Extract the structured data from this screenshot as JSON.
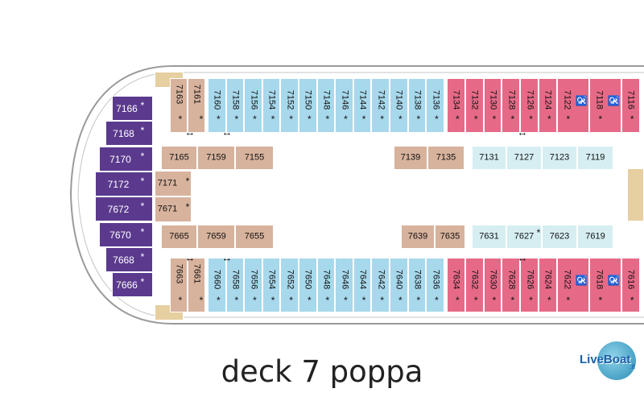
{
  "title": "deck 7 poppa",
  "logo": {
    "text": "LiveBoat",
    "suffix": ".it"
  },
  "colors": {
    "inside_blue": "#a8d8ec",
    "balcony_pink": "#e66a87",
    "suite_purple": "#5b3a8e",
    "oceanview_tan": "#d7b29c",
    "inside_light": "#d6eef1",
    "hull_line": "#9a9a9a",
    "deck_wood": "#e6cfa0"
  },
  "top_row": {
    "tan": [
      {
        "num": "7163",
        "star": true
      },
      {
        "num": "7161",
        "star": true
      }
    ],
    "blue": [
      {
        "num": "7160",
        "star": true
      },
      {
        "num": "7158",
        "star": true
      },
      {
        "num": "7156",
        "star": true
      },
      {
        "num": "7154",
        "star": true
      },
      {
        "num": "7152",
        "star": true
      },
      {
        "num": "7150",
        "star": true
      },
      {
        "num": "7148",
        "star": true
      },
      {
        "num": "7146",
        "star": true
      },
      {
        "num": "7144",
        "star": true
      },
      {
        "num": "7142",
        "star": true
      },
      {
        "num": "7140",
        "star": true
      },
      {
        "num": "7138",
        "star": true
      },
      {
        "num": "7136",
        "star": true
      }
    ],
    "pink": [
      {
        "num": "7134",
        "star": true
      },
      {
        "num": "7132",
        "star": true
      },
      {
        "num": "7130",
        "star": true
      },
      {
        "num": "7128",
        "star": true
      },
      {
        "num": "7126",
        "star": true
      },
      {
        "num": "7124",
        "star": true
      },
      {
        "num": "7122",
        "star": true,
        "accessible": true
      },
      {
        "num": "7118",
        "star": true,
        "accessible": true
      },
      {
        "num": "7116",
        "star": true
      }
    ]
  },
  "bottom_row": {
    "tan": [
      {
        "num": "7663",
        "star": true
      },
      {
        "num": "7661",
        "star": true
      }
    ],
    "blue": [
      {
        "num": "7660",
        "star": true
      },
      {
        "num": "7658",
        "star": true
      },
      {
        "num": "7656",
        "star": true
      },
      {
        "num": "7654",
        "star": true
      },
      {
        "num": "7652",
        "star": true
      },
      {
        "num": "7650",
        "star": true
      },
      {
        "num": "7648",
        "star": true
      },
      {
        "num": "7646",
        "star": true
      },
      {
        "num": "7644",
        "star": true
      },
      {
        "num": "7642",
        "star": true
      },
      {
        "num": "7640",
        "star": true
      },
      {
        "num": "7638",
        "star": true
      },
      {
        "num": "7636",
        "star": true
      }
    ],
    "pink": [
      {
        "num": "7634",
        "star": true
      },
      {
        "num": "7632",
        "star": true
      },
      {
        "num": "7630",
        "star": true
      },
      {
        "num": "7628",
        "star": true
      },
      {
        "num": "7626",
        "star": true
      },
      {
        "num": "7624",
        "star": true
      },
      {
        "num": "7622",
        "star": true,
        "accessible": true
      },
      {
        "num": "7618",
        "star": true,
        "accessible": true
      },
      {
        "num": "7616",
        "star": true
      }
    ]
  },
  "upper_inner": {
    "tan_left": [
      "7165",
      "7159",
      "7155"
    ],
    "tan_right": [
      "7139",
      "7135"
    ],
    "light": [
      "7131",
      "7127",
      "7123",
      "7119"
    ]
  },
  "lower_inner": {
    "tan_left": [
      "7665",
      "7659",
      "7655"
    ],
    "tan_right": [
      "7639",
      "7635"
    ],
    "light": [
      {
        "num": "7631",
        "star": false
      },
      {
        "num": "7627",
        "star": true
      },
      {
        "num": "7623",
        "star": false
      },
      {
        "num": "7619",
        "star": false
      }
    ]
  },
  "side_tan": [
    {
      "num": "7171",
      "star": true
    },
    {
      "num": "7671",
      "star": true
    }
  ],
  "suites": [
    {
      "num": "7166",
      "star": true
    },
    {
      "num": "7168",
      "star": true
    },
    {
      "num": "7170",
      "star": true
    },
    {
      "num": "7172",
      "star": true
    },
    {
      "num": "7672",
      "star": true
    },
    {
      "num": "7670",
      "star": true
    },
    {
      "num": "7668",
      "star": true
    },
    {
      "num": "7666",
      "star": true
    }
  ],
  "star_symbol": "*",
  "connect_symbol": "↔",
  "accessible_symbol": "♿"
}
